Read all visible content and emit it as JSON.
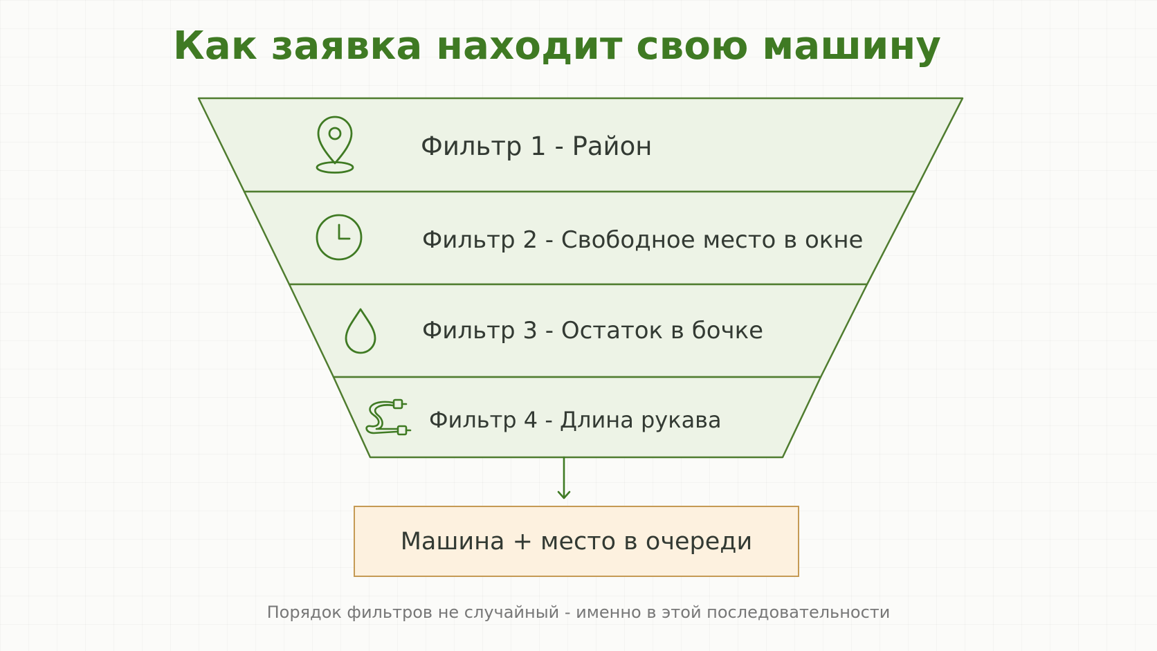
{
  "title": "Как заявка находит свою машину",
  "funnel": {
    "stages": [
      {
        "label": "Фильтр 1 - Район",
        "icon": "location-pin-icon"
      },
      {
        "label": "Фильтр 2 - Свободное место в окне",
        "icon": "clock-icon"
      },
      {
        "label": "Фильтр 3 - Остаток в бочке",
        "icon": "droplet-icon"
      },
      {
        "label": "Фильтр 4 - Длина рукава",
        "icon": "hose-icon"
      }
    ]
  },
  "result": {
    "label": "Машина + место в очереди"
  },
  "footnote": "Порядок фильтров не случайный - именно в этой последовательности",
  "colors": {
    "accent_green": "#3f7a23",
    "funnel_fill": "#edf3e6",
    "result_fill": "#fdf1df",
    "result_border": "#c59a54"
  }
}
